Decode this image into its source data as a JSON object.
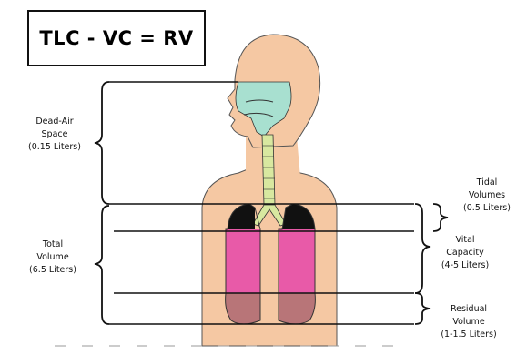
{
  "formula": "TLC - VC = RV",
  "labels": {
    "dead_air_space": [
      "Dead-Air",
      "Space",
      "(0.15 Liters)"
    ],
    "total_volume": [
      "Total",
      "Volume",
      "(6.5 Liters)"
    ],
    "tidal_volumes": [
      "Tidal",
      "Volumes",
      "(0.5 Liters)"
    ],
    "vital_capacity": [
      "Vital",
      "Capacity",
      "(4-5 Liters)"
    ],
    "residual_volume": [
      "Residual",
      "Volume",
      "(1-1.5 Liters)"
    ]
  },
  "colors": {
    "skin": "#f5c8a3",
    "airway": "#a8e0d0",
    "trachea": "#d8e8a0",
    "lung_pink": "#e85aa8",
    "lung_dark": "#b87578",
    "lung_top": "#111111",
    "lines": "#111111"
  }
}
